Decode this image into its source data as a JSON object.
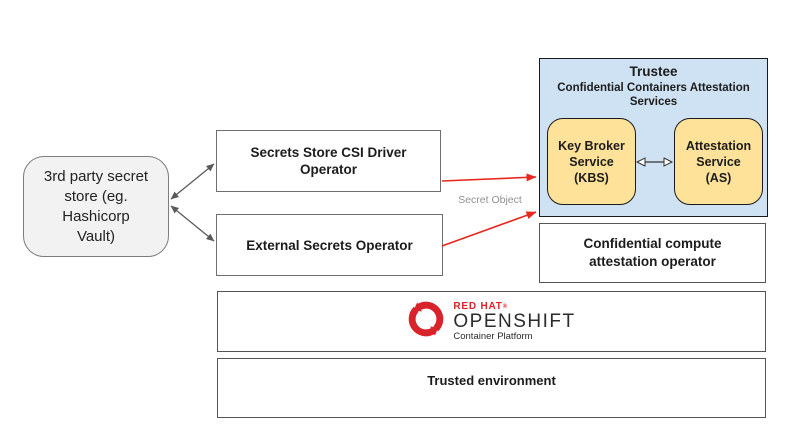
{
  "nodes": {
    "third_party_store": {
      "lines": [
        "3rd party secret",
        "store (eg.",
        "Hashicorp",
        "Vault)"
      ]
    },
    "csi_driver_operator": {
      "lines": [
        "Secrets Store CSI Driver",
        "Operator"
      ]
    },
    "external_secrets_operator": {
      "label": "External Secrets Operator"
    },
    "trustee": {
      "title": "Trustee",
      "subtitle_lines": [
        "Confidential Containers Attestation",
        "Services"
      ],
      "key_broker_service": {
        "lines": [
          "Key Broker",
          "Service",
          "(KBS)"
        ]
      },
      "attestation_service": {
        "lines": [
          "Attestation",
          "Service",
          "(AS)"
        ]
      }
    },
    "confidential_compute_operator": {
      "lines": [
        "Confidential compute",
        "attestation operator"
      ]
    },
    "openshift": {
      "brand": "RED HAT",
      "trademark": "®",
      "product": "OPENSHIFT",
      "subtitle": "Container Platform"
    },
    "trusted_environment": {
      "label": "Trusted environment"
    }
  },
  "labels": {
    "secret_object": "Secret Object"
  },
  "colors": {
    "trustee_fill": "#cfe2f3",
    "service_fill": "#ffe299",
    "store_fill": "#f2f2f2",
    "arrow_red": "#e8281e",
    "connector_gray": "#5a5a5a",
    "redhat_red": "#d8232a"
  }
}
